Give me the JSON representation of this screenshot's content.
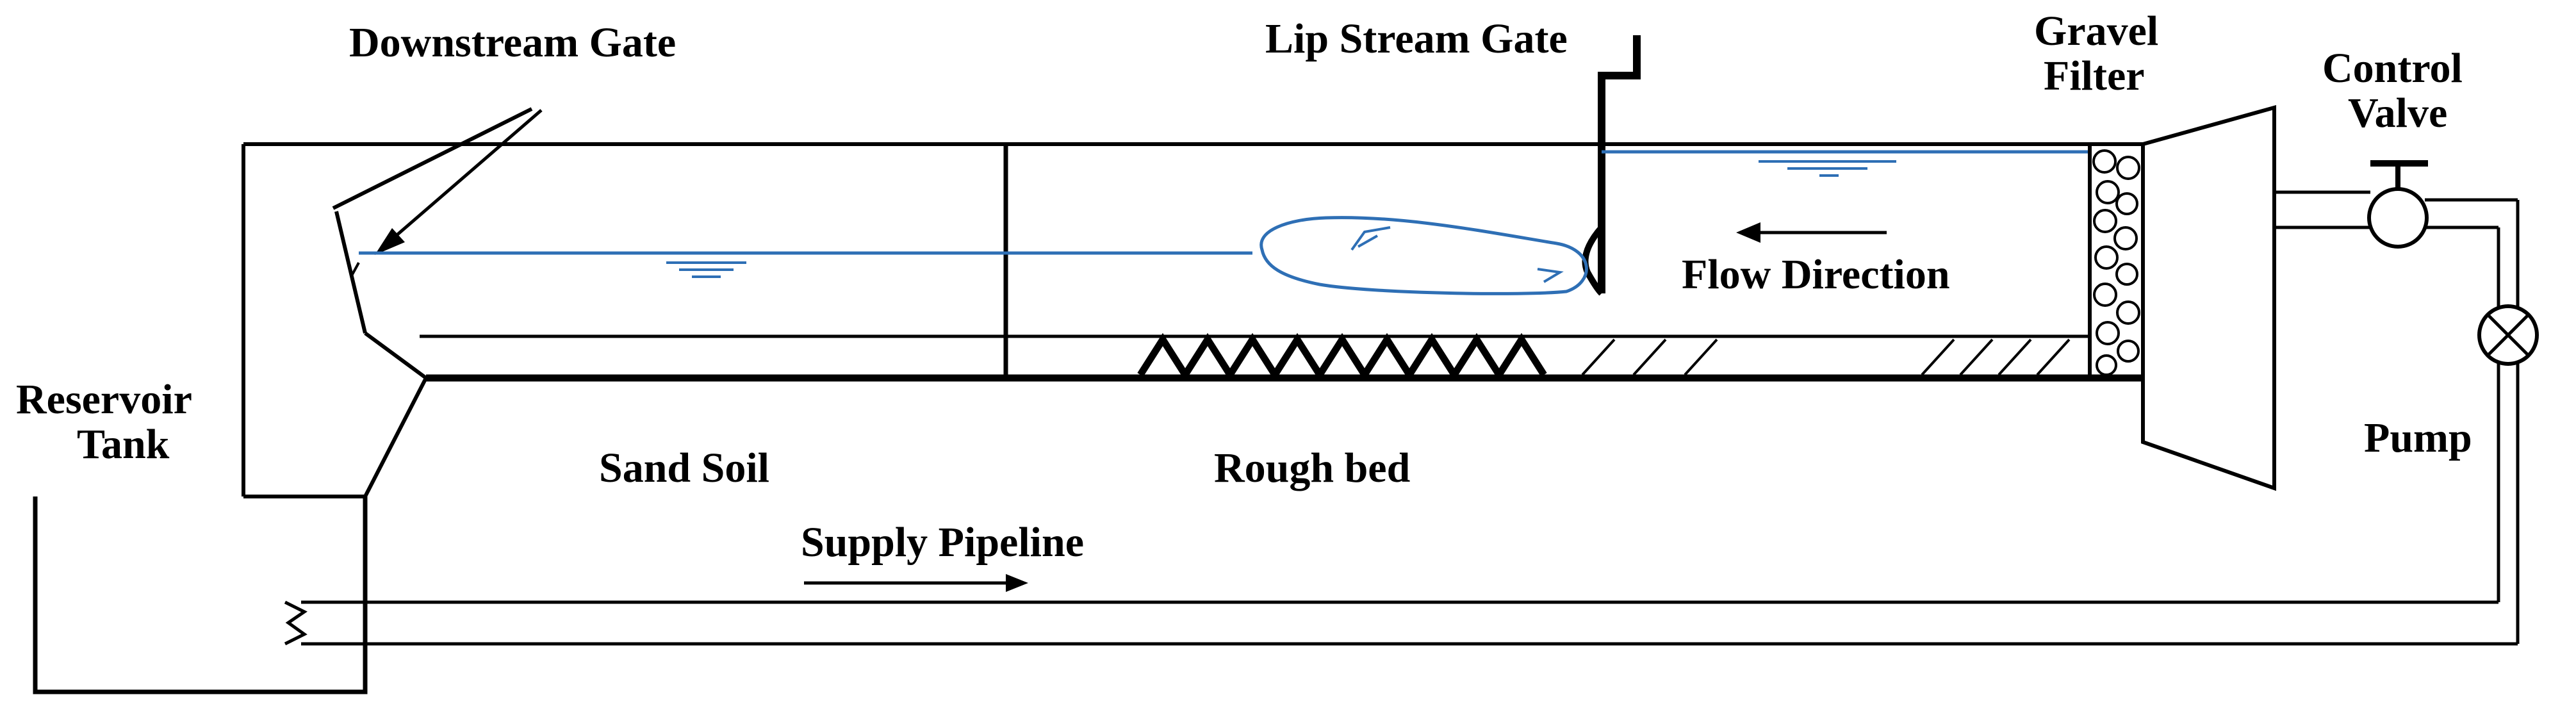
{
  "labels": {
    "downstream_gate": "Downstream Gate",
    "lip_stream_gate": "Lip Stream Gate",
    "gravel_filter_line1": "Gravel",
    "gravel_filter_line2": "Filter",
    "control_valve_line1": "Control",
    "control_valve_line2": "Valve",
    "flow_direction": "Flow Direction",
    "reservoir_tank_line1": "Reservoir",
    "reservoir_tank_line2": "Tank",
    "sand_soil": "Sand Soil",
    "rough_bed": "Rough bed",
    "pump": "Pump",
    "supply_pipeline": "Supply Pipeline"
  },
  "colors": {
    "line": "#000000",
    "water": "#2e6fb5",
    "background": "#ffffff"
  }
}
